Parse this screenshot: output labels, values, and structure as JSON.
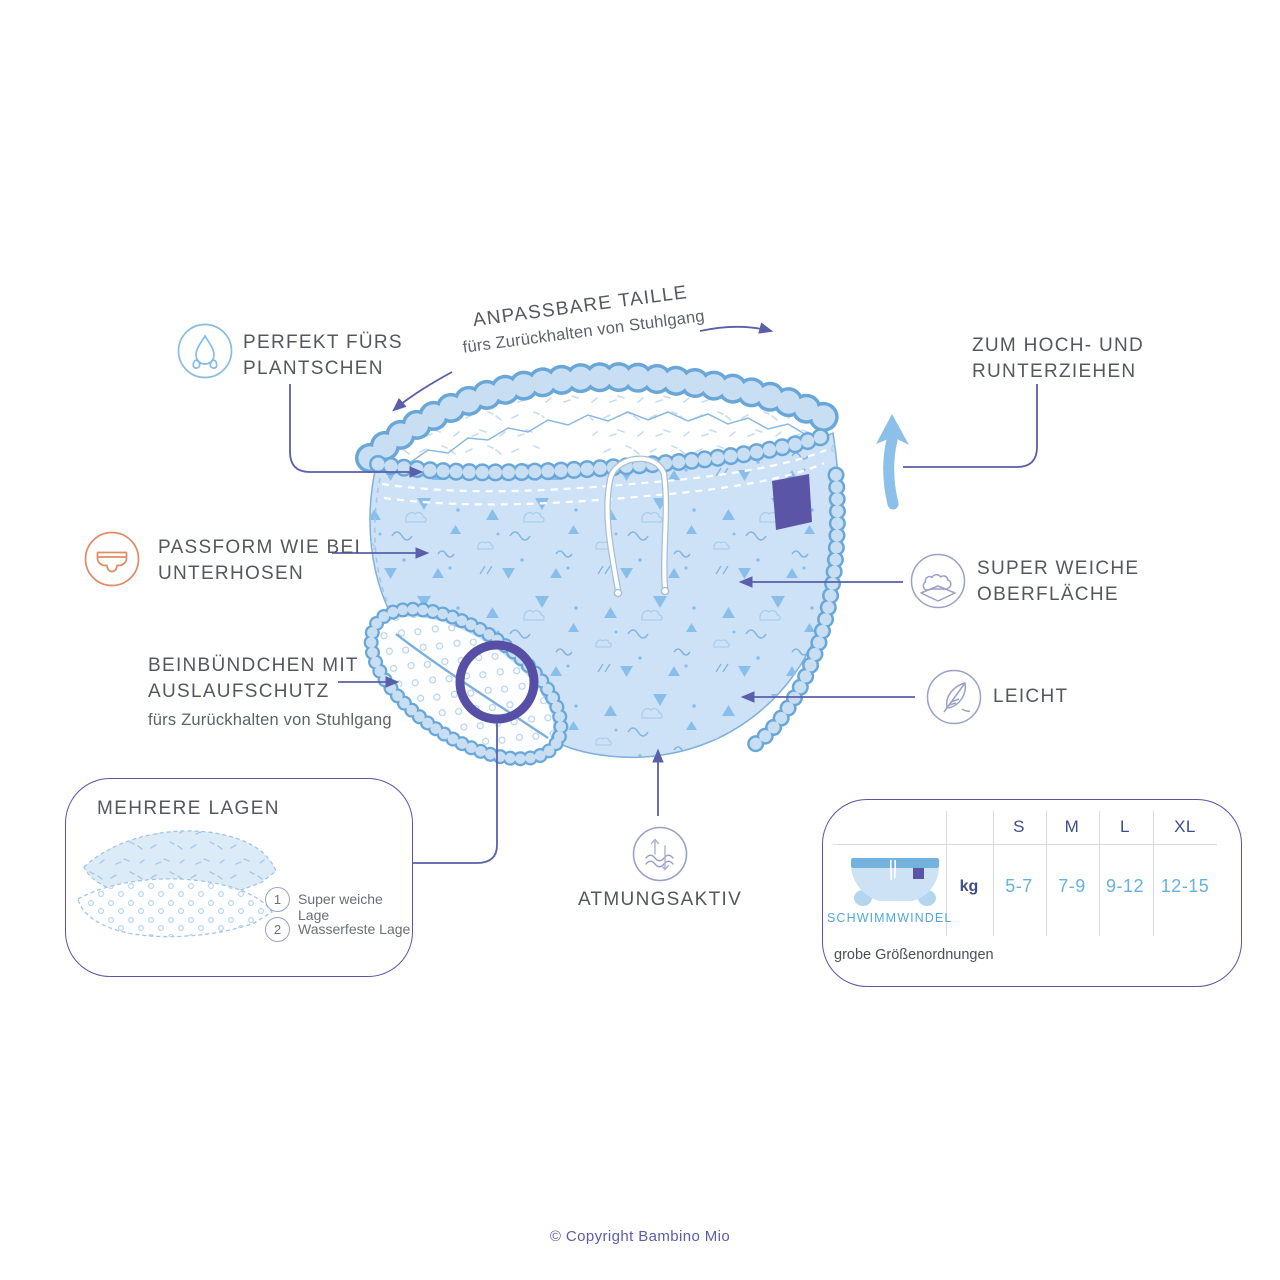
{
  "page": {
    "footer_copyright": "© Copyright Bambino Mio"
  },
  "callouts": {
    "splash": {
      "icon": "splash-icon",
      "line1": "PERFEKT FÜRS",
      "line2": "PLANTSCHEN"
    },
    "adjustable_waist": {
      "title": "ANPASSBARE TAILLE",
      "subtitle": "fürs Zurückhalten von Stuhlgang"
    },
    "pull_up_down": {
      "icon": "up-arrow-icon",
      "line1": "ZUM HOCH- UND",
      "line2": "RUNTERZIEHEN"
    },
    "underwear_fit": {
      "icon": "underwear-icon",
      "line1": "PASSFORM WIE BEI",
      "line2": "UNTERHOSEN"
    },
    "soft_surface": {
      "icon": "cloud-icon",
      "line1": "SUPER WEICHE",
      "line2": "OBERFLÄCHE"
    },
    "leg_cuffs": {
      "line1": "BEINBÜNDCHEN MIT",
      "line2": "AUSLAUFSCHUTZ",
      "subtitle": "fürs Zurückhalten von Stuhlgang"
    },
    "lightweight": {
      "icon": "feather-icon",
      "label": "LEICHT"
    },
    "breathable": {
      "icon": "airflow-icon",
      "label": "ATMUNGSAKTIV"
    }
  },
  "layers_box": {
    "title": "MEHRERE LAGEN",
    "items": [
      {
        "number": "1",
        "label": "Super weiche Lage"
      },
      {
        "number": "2",
        "label": "Wasserfeste Lage"
      }
    ]
  },
  "size_box": {
    "product_label": "SCHWIMMWINDEL",
    "unit": "kg",
    "sizes": [
      "S",
      "M",
      "L",
      "XL"
    ],
    "weight_ranges": [
      "5-7",
      "7-9",
      "9-12",
      "12-15"
    ],
    "note": "grobe Größenordnungen"
  },
  "colors": {
    "background": "#ffffff",
    "accent_purple": "#5b55a8",
    "connector_purple": "#5a5fab",
    "diaper_blue": "#cde2f6",
    "ruffle_outline_blue": "#6aa7d9",
    "pattern_blue": "#8abeea",
    "thick_arrow_blue": "#8cc0e8",
    "icon_orange": "#e08a66",
    "icon_stroke_gray": "#9aa0c8",
    "text_gray": "#54585e",
    "table_navy": "#3f4c8c",
    "table_value_blue": "#66b1e2",
    "product_blue": "#4fa9de"
  }
}
